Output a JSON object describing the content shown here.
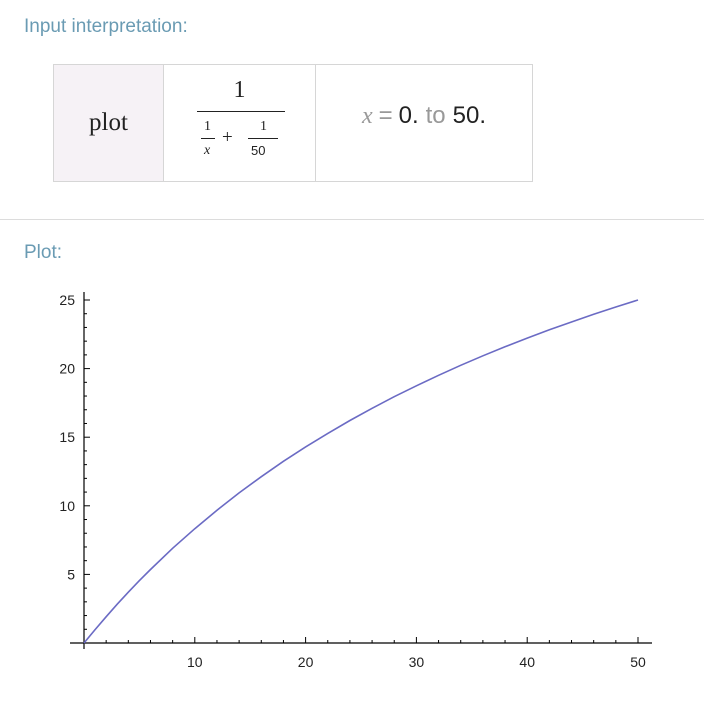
{
  "input_pod": {
    "title": "Input interpretation:",
    "command": "plot",
    "expression": {
      "numerator": "1",
      "term1_num": "1",
      "term1_den": "x",
      "operator": "+",
      "term2_num": "1",
      "term2_den": "50"
    },
    "range": {
      "variable": "x",
      "equals": "=",
      "start": "0.",
      "to_word": "to",
      "end": "50."
    }
  },
  "plot_pod": {
    "title": "Plot:"
  },
  "chart_data": {
    "type": "line",
    "function": "1/(1/x + 1/50)",
    "xlim": [
      0,
      50
    ],
    "ylim": [
      0,
      25
    ],
    "x_ticks": [
      10,
      20,
      30,
      40,
      50
    ],
    "y_ticks": [
      5,
      10,
      15,
      20,
      25
    ],
    "grid": false,
    "line_color": "#6b6bc4",
    "series": [
      {
        "x": [
          0,
          1,
          2,
          3,
          4,
          5,
          6,
          8,
          10,
          12,
          14,
          16,
          18,
          20,
          22,
          24,
          26,
          28,
          30,
          32,
          34,
          36,
          38,
          40,
          42,
          44,
          46,
          48,
          50
        ],
        "y": [
          0,
          0.98,
          1.92,
          2.83,
          3.7,
          4.55,
          5.36,
          6.9,
          8.33,
          9.68,
          10.94,
          12.12,
          13.24,
          14.29,
          15.28,
          16.22,
          17.11,
          17.95,
          18.75,
          19.51,
          20.24,
          20.93,
          21.59,
          22.22,
          22.83,
          23.4,
          23.96,
          24.49,
          25.0
        ]
      }
    ]
  }
}
